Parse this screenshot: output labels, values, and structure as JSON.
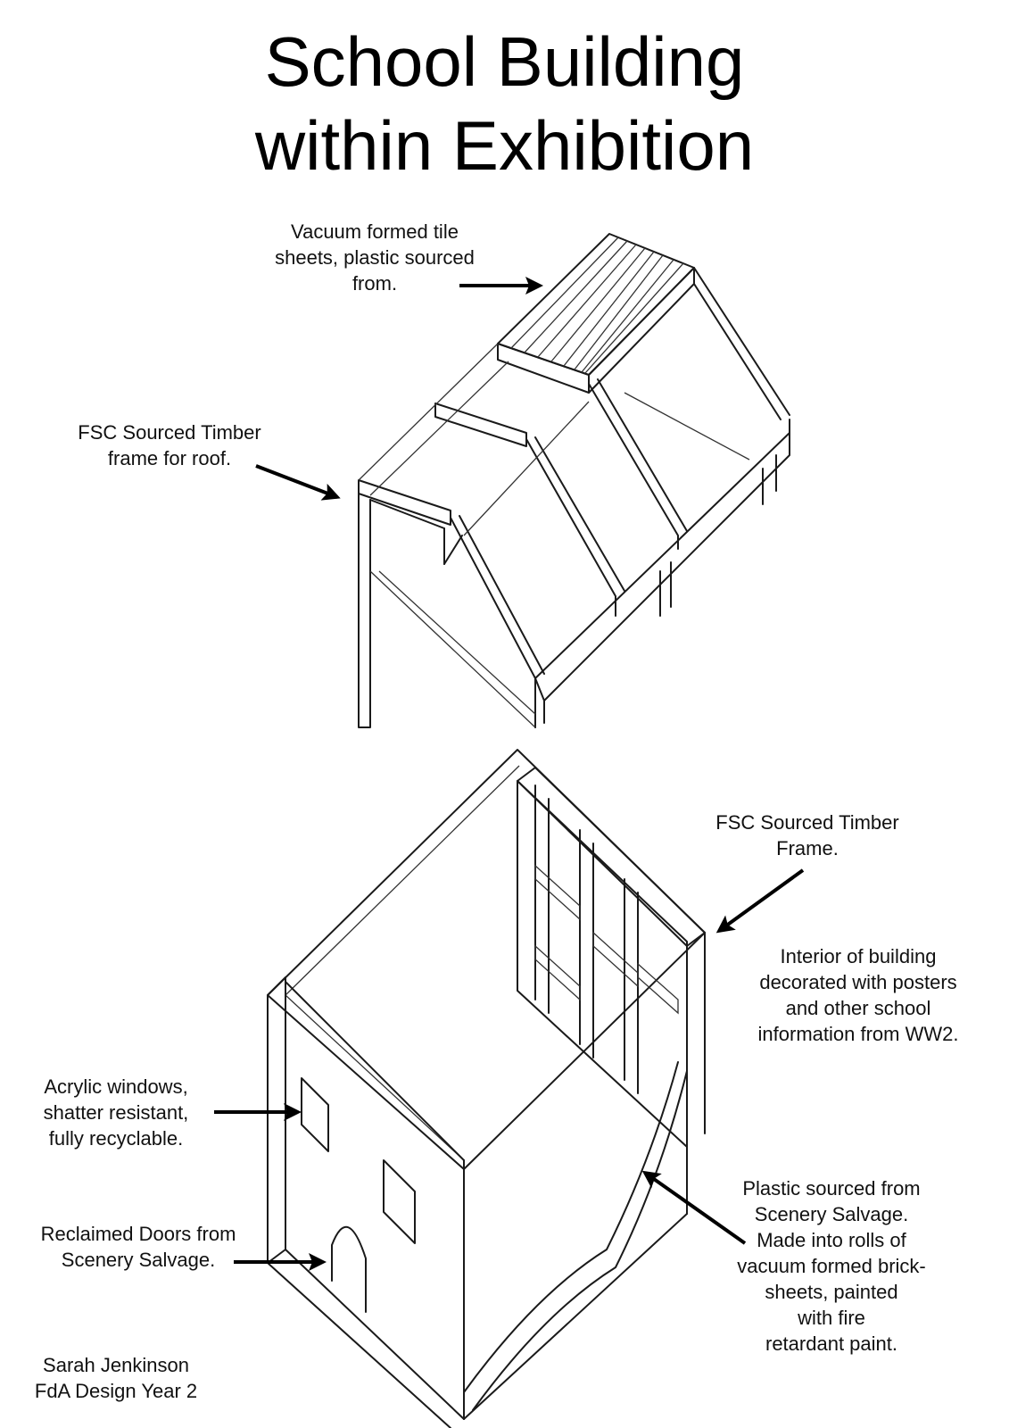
{
  "title": {
    "line1": "School Building",
    "line2": "within Exhibition"
  },
  "annotations": {
    "roof_tiles": [
      "Vacuum formed tile",
      "sheets, plastic sourced",
      "from."
    ],
    "roof_frame": [
      "FSC Sourced Timber",
      "frame for roof."
    ],
    "timber_frame": [
      "FSC Sourced Timber",
      "Frame."
    ],
    "interior": [
      "Interior of building",
      "decorated with posters",
      "and other school",
      "information from WW2."
    ],
    "windows": [
      "Acrylic windows,",
      "shatter resistant,",
      "fully recyclable."
    ],
    "doors": [
      "Reclaimed Doors from",
      "Scenery Salvage."
    ],
    "brick_sheets": [
      "Plastic sourced from",
      "Scenery Salvage.",
      "Made into rolls of",
      "vacuum formed brick-",
      "sheets, painted",
      "with fire",
      "retardant paint."
    ]
  },
  "author": {
    "name": "Sarah Jenkinson",
    "course": "FdA Design Year 2"
  },
  "icons": {
    "arrow": "arrow-icon"
  }
}
